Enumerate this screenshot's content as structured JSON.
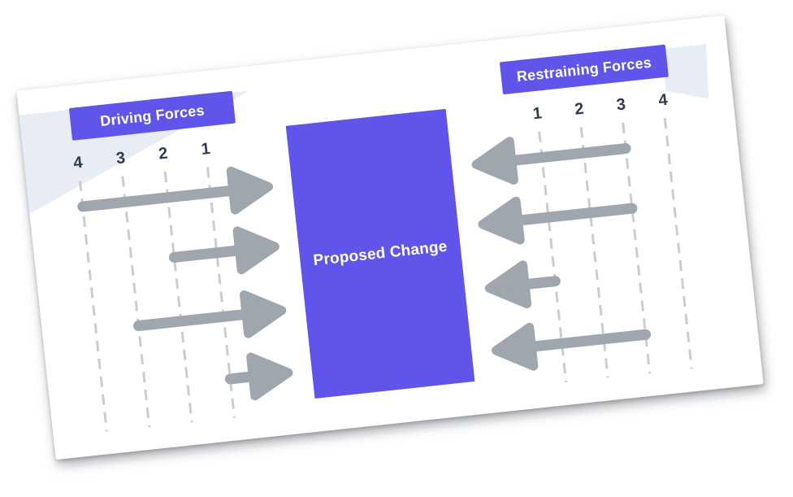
{
  "diagram": {
    "type": "force-field-analysis",
    "center_label": "Proposed Change",
    "left": {
      "title": "Driving Forces",
      "direction": "right",
      "scale": [
        "4",
        "3",
        "2",
        "1"
      ],
      "forces": [
        4,
        2,
        3,
        1
      ]
    },
    "right": {
      "title": "Restraining Forces",
      "direction": "left",
      "scale": [
        "1",
        "2",
        "3",
        "4"
      ],
      "forces": [
        3,
        3,
        1,
        3
      ]
    },
    "colors": {
      "accent": "#5f55ea",
      "arrow": "#a0a6ad",
      "scale_text": "#303c4b",
      "dashed_line": "#c9cdd2",
      "wedge": "#e8ecf4",
      "card_background": "#ffffff"
    }
  }
}
